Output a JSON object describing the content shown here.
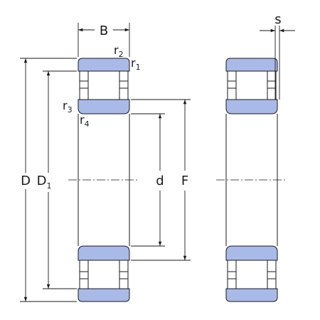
{
  "labels": {
    "width": "B",
    "clearance": "s",
    "chamfer_r1": "r",
    "chamfer_r1_sub": "1",
    "chamfer_r2": "r",
    "chamfer_r2_sub": "2",
    "chamfer_r3": "r",
    "chamfer_r3_sub": "3",
    "chamfer_r4": "r",
    "chamfer_r4_sub": "4",
    "outer_diameter": "D",
    "shoulder_diameter": "D",
    "shoulder_diameter_sub": "1",
    "bore_diameter": "d",
    "raceway_diameter": "F"
  },
  "colors": {
    "ring_fill": "#a9b9e8",
    "line": "#1a1a1a",
    "background": "#ffffff"
  }
}
